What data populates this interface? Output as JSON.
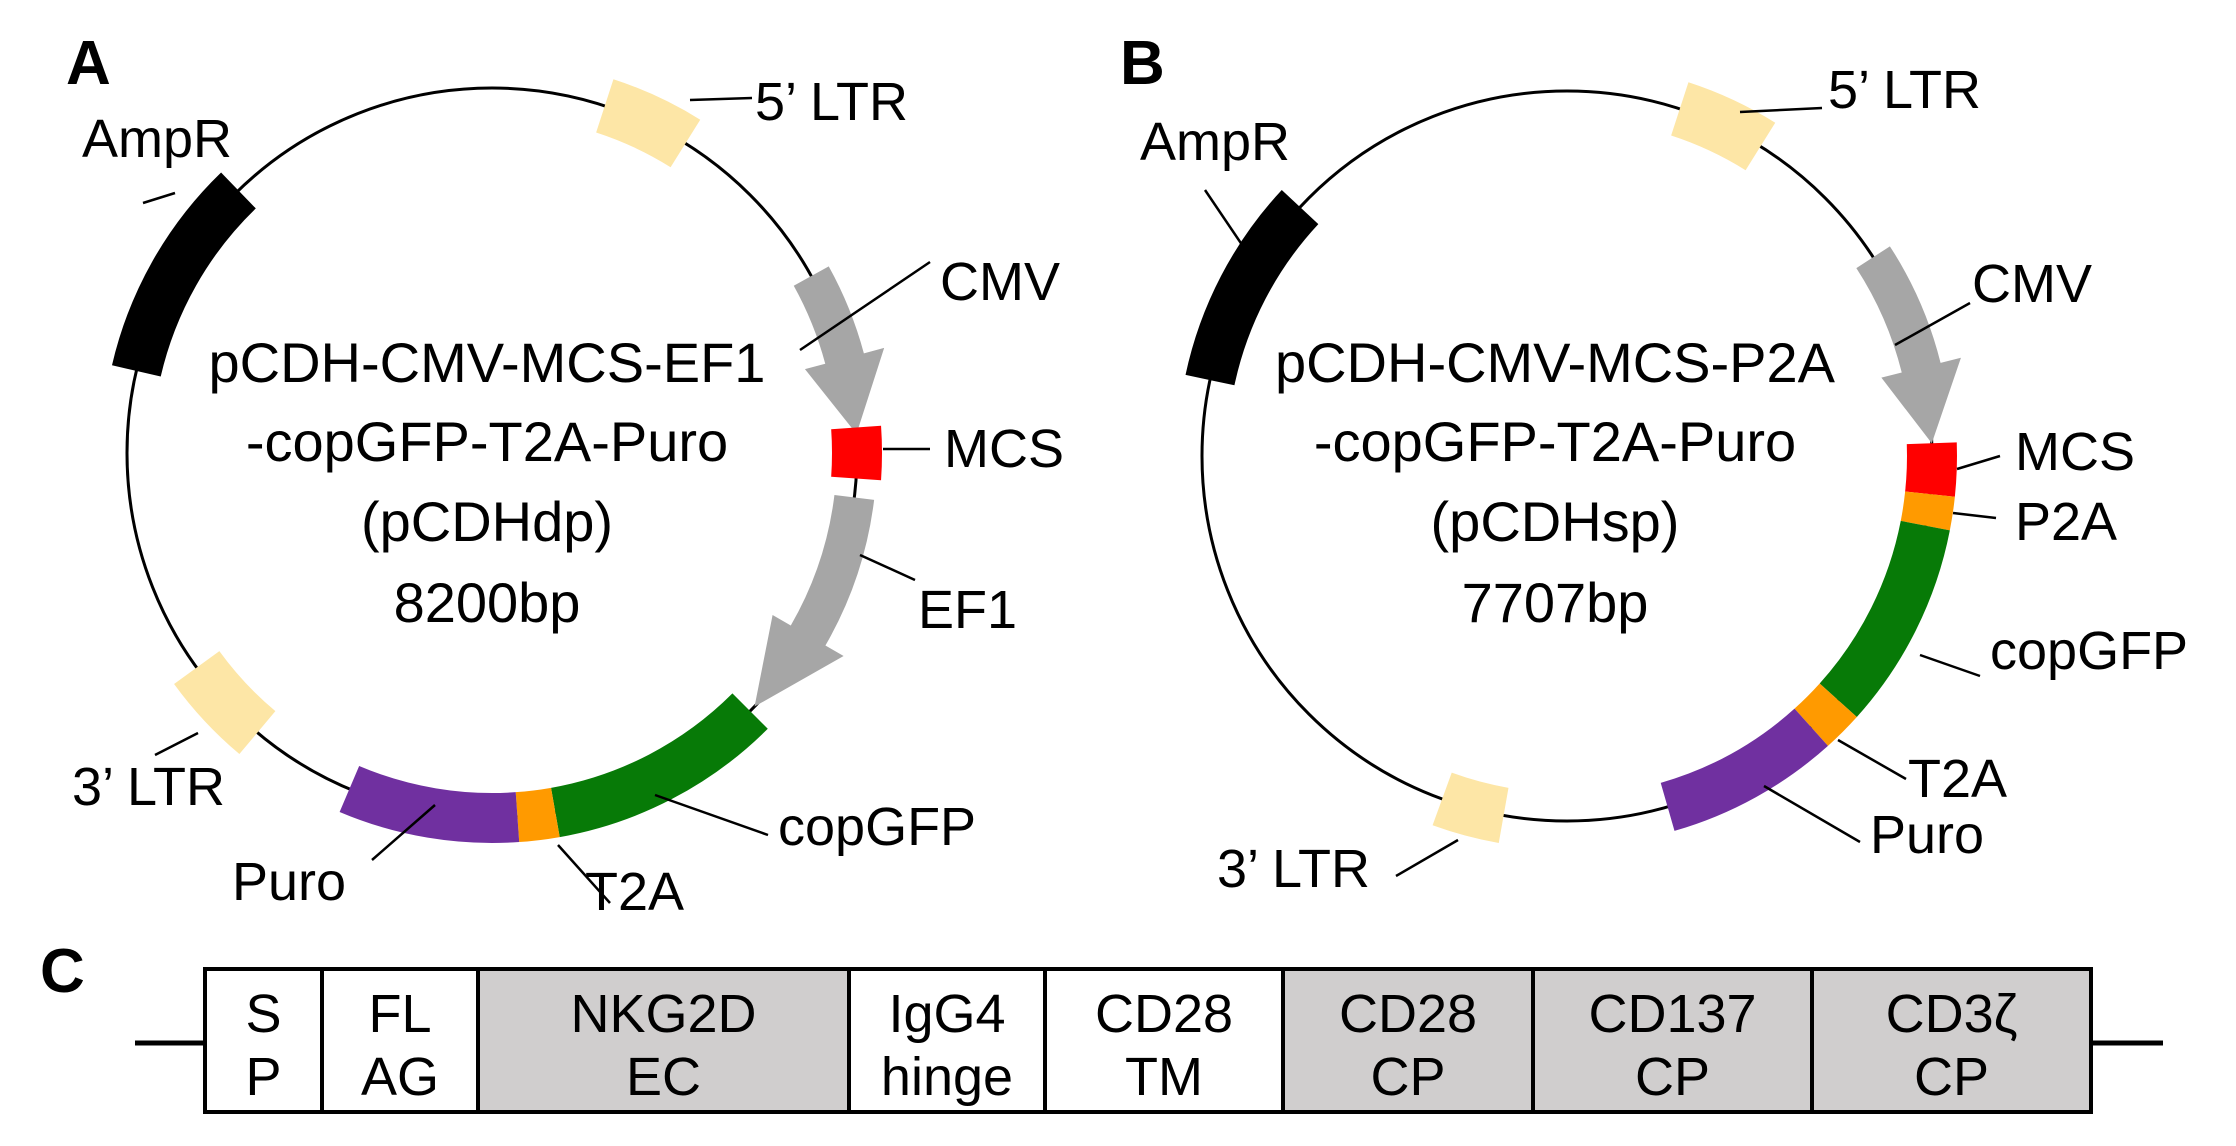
{
  "figure": {
    "panels": [
      {
        "letter": "A",
        "plasmid_name_lines": [
          "pCDH-CMV-MCS-EF1",
          "-copGFP-T2A-Puro",
          "(pCDHdp)",
          "8200bp"
        ],
        "features": [
          {
            "id": "ltr5",
            "label": "5’ LTR",
            "color": "#fde6a6",
            "type": "box"
          },
          {
            "id": "ampr",
            "label": "AmpR",
            "color": "#000000",
            "type": "band"
          },
          {
            "id": "cmv",
            "label": "CMV",
            "color": "#a6a6a6",
            "type": "arrow"
          },
          {
            "id": "mcs",
            "label": "MCS",
            "color": "#ff0000",
            "type": "band"
          },
          {
            "id": "ef1",
            "label": "EF1",
            "color": "#a6a6a6",
            "type": "arrow"
          },
          {
            "id": "copgfp",
            "label": "copGFP",
            "color": "#077a07",
            "type": "band"
          },
          {
            "id": "t2a",
            "label": "T2A",
            "color": "#ff9a00",
            "type": "band"
          },
          {
            "id": "puro",
            "label": "Puro",
            "color": "#7030a0",
            "type": "band"
          },
          {
            "id": "ltr3",
            "label": "3’ LTR",
            "color": "#fde6a6",
            "type": "box"
          }
        ]
      },
      {
        "letter": "B",
        "plasmid_name_lines": [
          "pCDH-CMV-MCS-P2A",
          "-copGFP-T2A-Puro",
          "(pCDHsp)",
          "7707bp"
        ],
        "features": [
          {
            "id": "ltr5",
            "label": "5’ LTR",
            "color": "#fde6a6",
            "type": "box"
          },
          {
            "id": "ampr",
            "label": "AmpR",
            "color": "#000000",
            "type": "band"
          },
          {
            "id": "cmv",
            "label": "CMV",
            "color": "#a6a6a6",
            "type": "arrow"
          },
          {
            "id": "mcs",
            "label": "MCS",
            "color": "#ff0000",
            "type": "band"
          },
          {
            "id": "p2a",
            "label": "P2A",
            "color": "#ff9a00",
            "type": "band"
          },
          {
            "id": "copgfp",
            "label": "copGFP",
            "color": "#077a07",
            "type": "band"
          },
          {
            "id": "t2a",
            "label": "T2A",
            "color": "#ff9a00",
            "type": "band"
          },
          {
            "id": "puro",
            "label": "Puro",
            "color": "#7030a0",
            "type": "band"
          },
          {
            "id": "ltr3",
            "label": "3’ LTR",
            "color": "#fde6a6",
            "type": "box"
          }
        ]
      }
    ],
    "construct": {
      "letter": "C",
      "domains": [
        {
          "line1": "S",
          "line2": "P",
          "shaded": false
        },
        {
          "line1": "FL",
          "line2": "AG",
          "shaded": false
        },
        {
          "line1": "NKG2D",
          "line2": "EC",
          "shaded": true
        },
        {
          "line1": "IgG4",
          "line2": "hinge",
          "shaded": false
        },
        {
          "line1": "CD28",
          "line2": "TM",
          "shaded": false
        },
        {
          "line1": "CD28",
          "line2": "CP",
          "shaded": true
        },
        {
          "line1": "CD137",
          "line2": "CP",
          "shaded": true
        },
        {
          "line1": "CD3ζ",
          "line2": "CP",
          "shaded": true
        }
      ],
      "shade_color": "#d0cece"
    }
  }
}
